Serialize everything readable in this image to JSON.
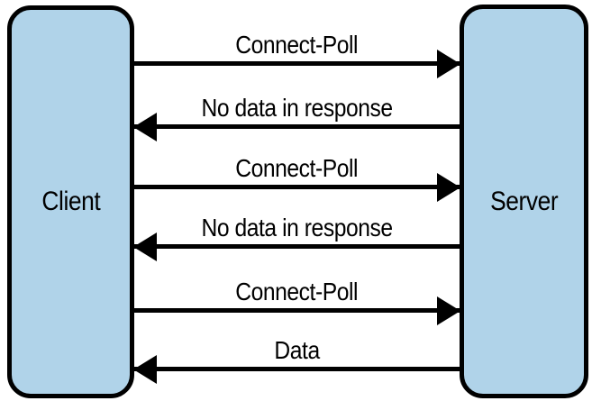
{
  "diagram": {
    "type": "sequence",
    "client_label": "Client",
    "server_label": "Server",
    "messages": [
      {
        "label": "Connect-Poll",
        "direction": "right",
        "from": "Client",
        "to": "Server"
      },
      {
        "label": "No data in response",
        "direction": "left",
        "from": "Server",
        "to": "Client"
      },
      {
        "label": "Connect-Poll",
        "direction": "right",
        "from": "Client",
        "to": "Server"
      },
      {
        "label": "No data in response",
        "direction": "left",
        "from": "Server",
        "to": "Client"
      },
      {
        "label": "Connect-Poll",
        "direction": "right",
        "from": "Client",
        "to": "Server"
      },
      {
        "label": "Data",
        "direction": "left",
        "from": "Server",
        "to": "Client"
      }
    ],
    "colors": {
      "node_fill": "#b0d3e9",
      "node_border": "#000000",
      "arrow": "#000000",
      "background": "#ffffff"
    }
  }
}
